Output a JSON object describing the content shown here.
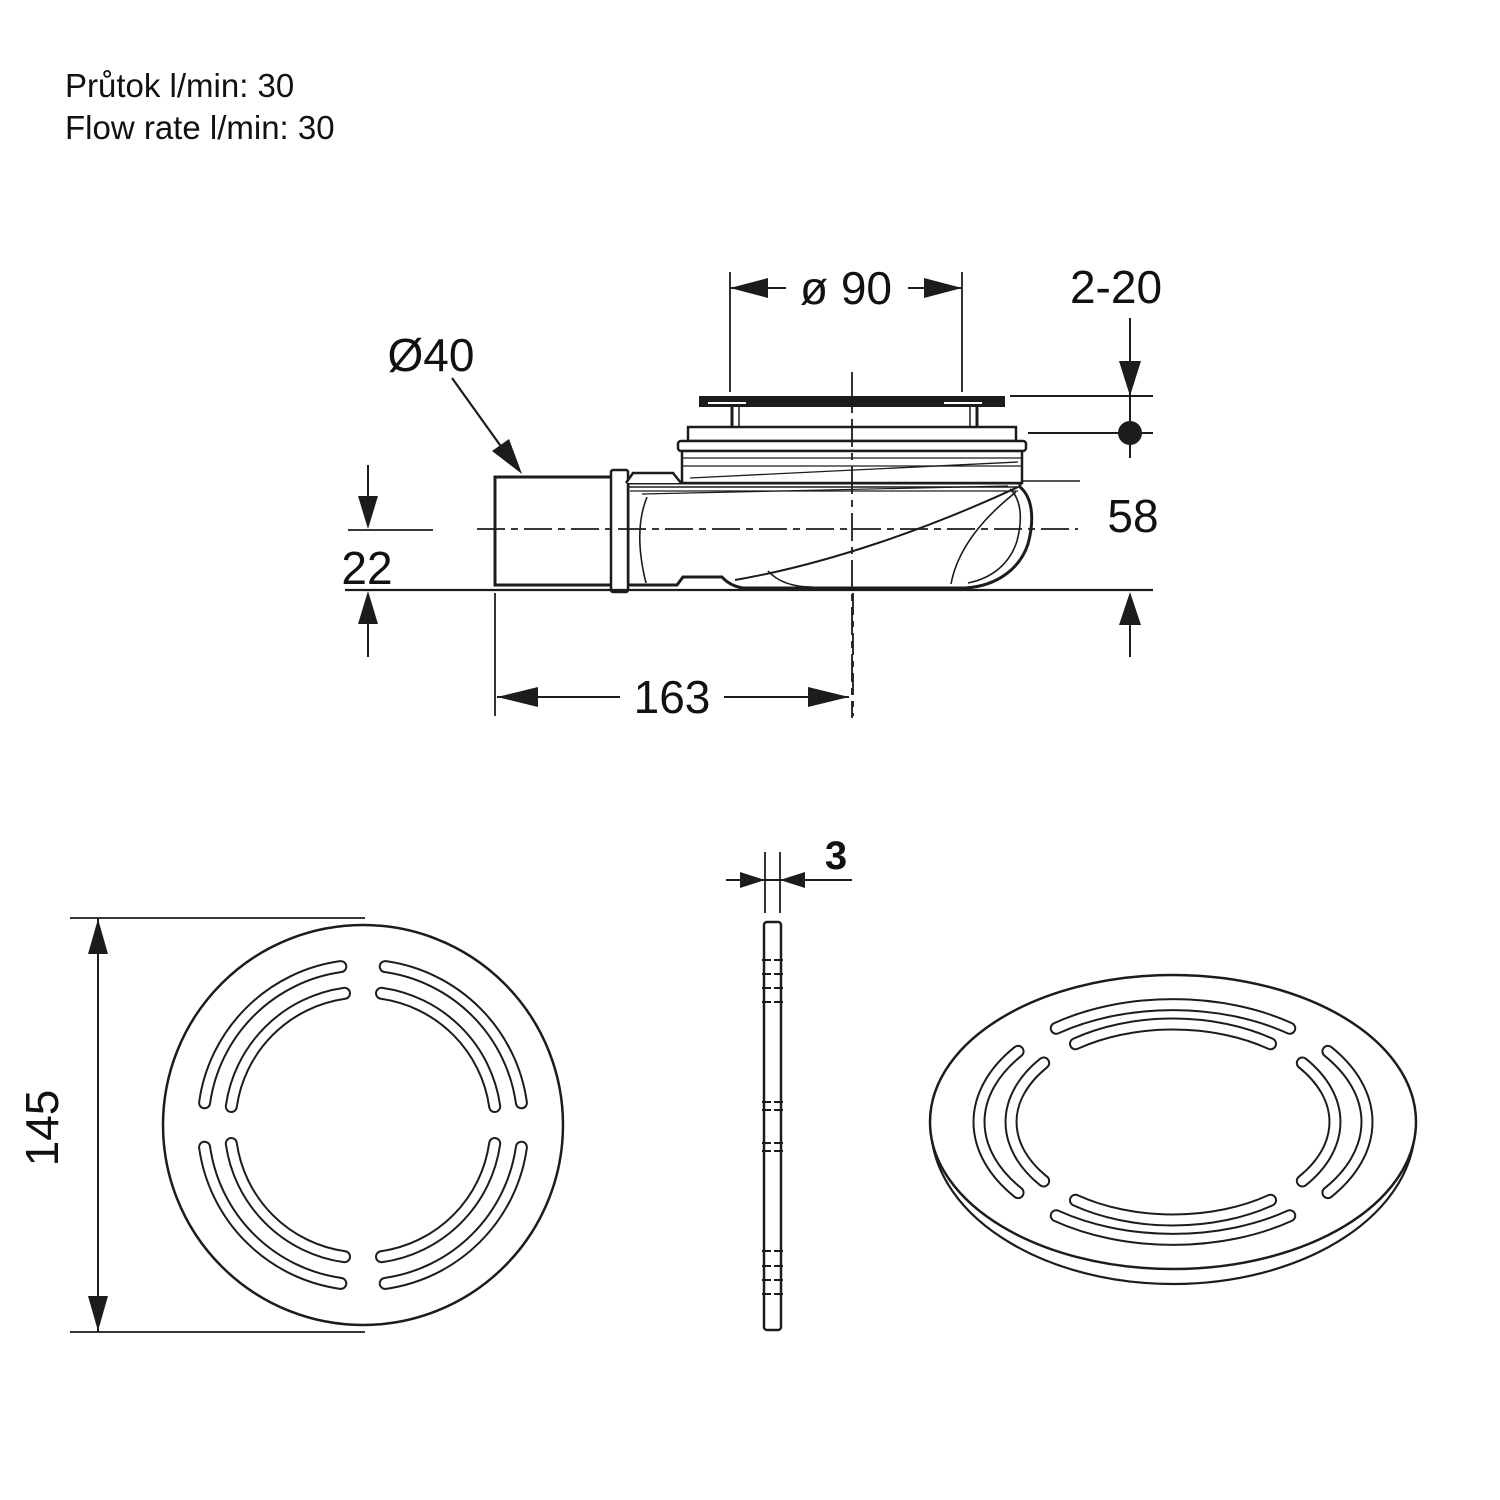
{
  "header": {
    "flow_rate_cs": "Průtok l/min: 30",
    "flow_rate_en": "Flow rate l/min: 30"
  },
  "side_view": {
    "grate_diameter_label": "ø 90",
    "tray_thickness_label": "2-20",
    "outlet_diameter_label": "Ø40",
    "outlet_centre_height_label": "22",
    "trap_height_label": "58",
    "overall_length_label": "163"
  },
  "grate_plan": {
    "diameter_label": "145"
  },
  "grate_section": {
    "thickness_label": "3"
  },
  "colors": {
    "line": "#1c1c1c",
    "background": "#ffffff"
  }
}
